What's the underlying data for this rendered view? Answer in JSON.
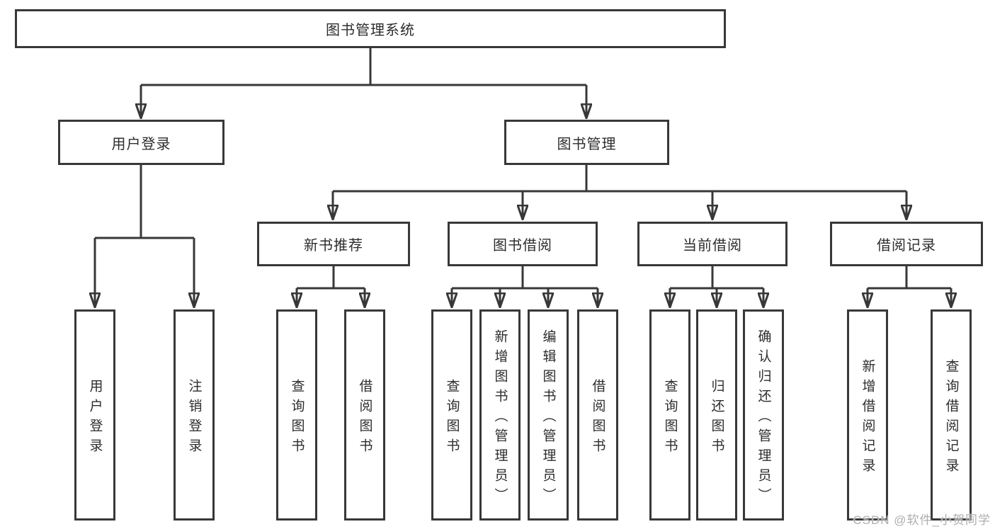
{
  "canvas": {
    "background": "#ffffff",
    "line_color": "#383838",
    "text_color": "#2d2d2d"
  },
  "watermark": {
    "text": "CSDN @软件_小贺同学",
    "color": "#aeaeae"
  },
  "diagram": {
    "type": "hierarchy-tree",
    "root": {
      "label": "图书管理系统",
      "children": [
        {
          "label": "用户登录",
          "children": [
            {
              "label": "用户登录"
            },
            {
              "label": "注销登录"
            }
          ]
        },
        {
          "label": "图书管理",
          "children": [
            {
              "label": "新书推荐",
              "children": [
                {
                  "label": "查询图书"
                },
                {
                  "label": "借阅图书"
                }
              ]
            },
            {
              "label": "图书借阅",
              "children": [
                {
                  "label": "查询图书"
                },
                {
                  "label": "新增图书（管理员）"
                },
                {
                  "label": "编辑图书（管理员）"
                },
                {
                  "label": "借阅图书"
                }
              ]
            },
            {
              "label": "当前借阅",
              "children": [
                {
                  "label": "查询图书"
                },
                {
                  "label": "归还图书"
                },
                {
                  "label": "确认归还（管理员）"
                }
              ]
            },
            {
              "label": "借阅记录",
              "children": [
                {
                  "label": "新增借阅记录"
                },
                {
                  "label": "查询借阅记录"
                }
              ]
            }
          ]
        }
      ]
    }
  }
}
